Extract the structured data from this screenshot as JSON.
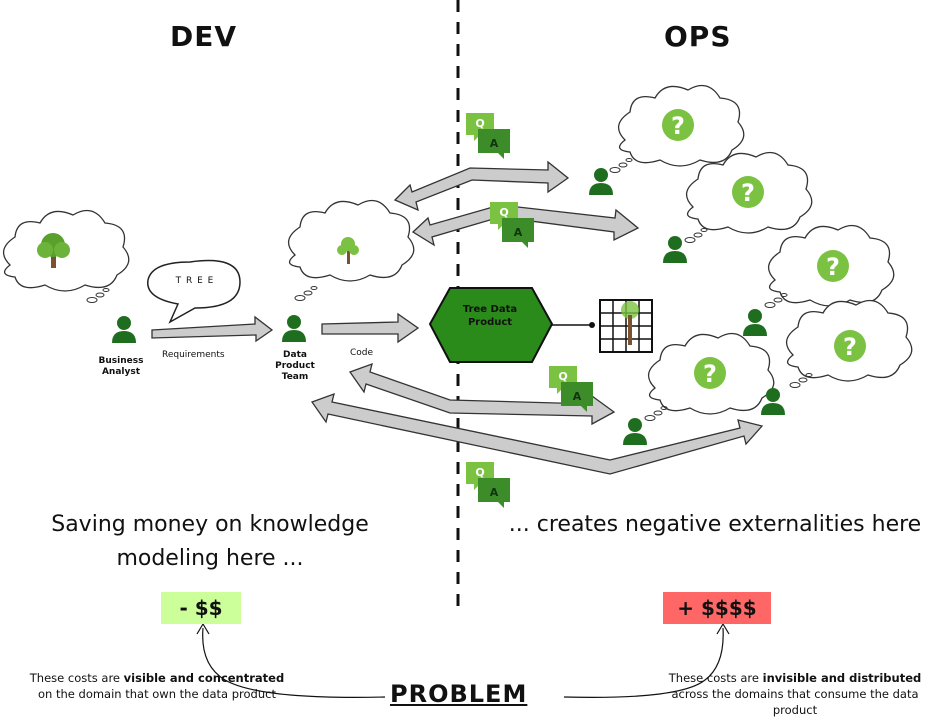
{
  "headers": {
    "dev": "DEV",
    "ops": "OPS"
  },
  "speech_bubble": {
    "text": "T R E E"
  },
  "people": {
    "business_analyst": "Business Analyst",
    "data_product_team": "Data Product Team"
  },
  "arrows": {
    "requirements": "Requirements",
    "code": "Code"
  },
  "data_product": {
    "label": "Tree Data Product"
  },
  "qa": {
    "q": "Q",
    "a": "A"
  },
  "question_mark": "?",
  "statements": {
    "left": "Saving money on knowledge modeling here ...",
    "right": "... creates negative externalities here"
  },
  "costs": {
    "left": "- $$",
    "right": "+ $$$$",
    "left_color": "#ccff99",
    "right_color": "#ff6666"
  },
  "notes": {
    "left_pre": "These costs are",
    "left_bold": "visible and concentrated",
    "left_post": "on the domain that own the data product",
    "right_pre": "These costs are",
    "right_bold": "invisible and distributed",
    "right_post": "across the domains that consume the data product"
  },
  "problem": "PROBLEM",
  "colors": {
    "person": "#1f6e1f",
    "product": "#2a8a1a",
    "qa_light": "#7cc242",
    "qa_dark": "#3d8c2a",
    "qbadge": "#7cc242"
  }
}
